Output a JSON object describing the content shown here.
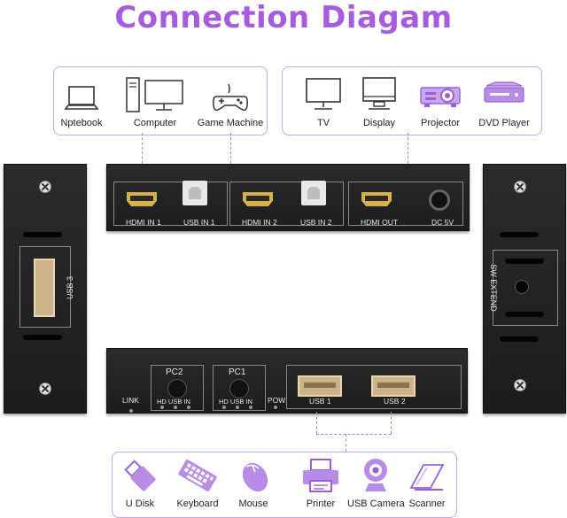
{
  "title": "Connection Diagam",
  "source_devices": [
    {
      "icon": "laptop-icon",
      "label": "Nptebook"
    },
    {
      "icon": "computer-icon",
      "label": "Computer"
    },
    {
      "icon": "game-controller-icon",
      "label": "Game Machine"
    }
  ],
  "display_devices": [
    {
      "icon": "tv-icon",
      "label": "TV"
    },
    {
      "icon": "monitor-icon",
      "label": "Display"
    },
    {
      "icon": "projector-icon",
      "label": "Projector"
    },
    {
      "icon": "dvd-player-icon",
      "label": "DVD Player"
    }
  ],
  "rear_panel": {
    "hdmi_in_1": "HDMI IN 1",
    "usb_in_1": "USB IN 1",
    "hdmi_in_2": "HDMI IN 2",
    "usb_in_2": "USB IN 2",
    "hdmi_out": "HDMI OUT",
    "dc": "DC 5V"
  },
  "left_side": {
    "label": "USB 3"
  },
  "right_side": {
    "label": "SW EXTEND"
  },
  "front_panel": {
    "link": "LINK",
    "pc2": "PC2",
    "pc1": "PC1",
    "indicators": "HD USB  IN",
    "pow": "POW",
    "usb1": "USB 1",
    "usb2": "USB 2"
  },
  "peripherals": [
    {
      "icon": "usb-disk-icon",
      "label": "U Disk"
    },
    {
      "icon": "keyboard-icon",
      "label": "Keyboard"
    },
    {
      "icon": "mouse-icon",
      "label": "Mouse"
    },
    {
      "icon": "printer-icon",
      "label": "Printer"
    },
    {
      "icon": "usb-camera-icon",
      "label": "USB Camera"
    },
    {
      "icon": "scanner-icon",
      "label": "Scanner"
    }
  ]
}
